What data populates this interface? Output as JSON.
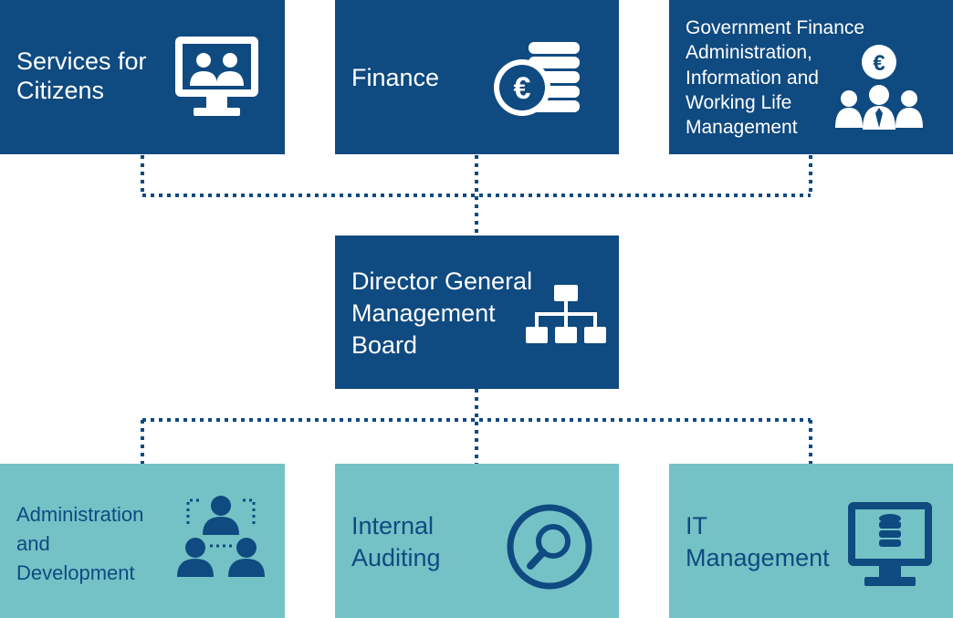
{
  "colors": {
    "dark_box": "#0f4a80",
    "light_box": "#74c2c6",
    "connector": "#0f4a80"
  },
  "top_row": [
    {
      "id": "services",
      "label": "Services for\nCitizens",
      "icon": "monitor-people-icon"
    },
    {
      "id": "finance",
      "label": "Finance",
      "icon": "euro-coins-icon"
    },
    {
      "id": "gov_finance",
      "label": "Government Finance\nAdministration,\nInformation and\nWorking Life\nManagement",
      "icon": "euro-people-icon"
    }
  ],
  "center": {
    "id": "director",
    "label": "Director General\nManagement\nBoard",
    "icon": "org-chart-icon"
  },
  "bottom_row": [
    {
      "id": "admin",
      "label": "Administration\nand\nDevelopment",
      "icon": "team-network-icon"
    },
    {
      "id": "auditing",
      "label": "Internal\nAuditing",
      "icon": "magnifier-icon"
    },
    {
      "id": "it",
      "label": "IT\nManagement",
      "icon": "monitor-database-icon"
    }
  ]
}
